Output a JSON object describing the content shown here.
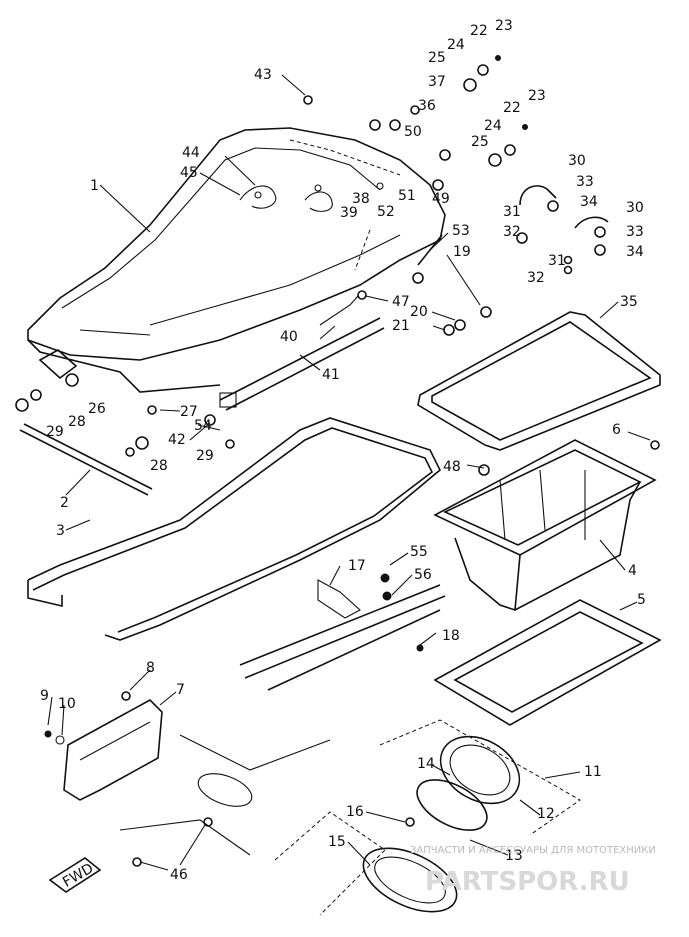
{
  "callouts": [
    {
      "id": "c1",
      "text": "1"
    },
    {
      "id": "c2",
      "text": "2"
    },
    {
      "id": "c3",
      "text": "3"
    },
    {
      "id": "c4",
      "text": "4"
    },
    {
      "id": "c5",
      "text": "5"
    },
    {
      "id": "c6",
      "text": "6"
    },
    {
      "id": "c7",
      "text": "7"
    },
    {
      "id": "c8",
      "text": "8"
    },
    {
      "id": "c9",
      "text": "9"
    },
    {
      "id": "c10",
      "text": "10"
    },
    {
      "id": "c11",
      "text": "11"
    },
    {
      "id": "c12",
      "text": "12"
    },
    {
      "id": "c13",
      "text": "13"
    },
    {
      "id": "c14",
      "text": "14"
    },
    {
      "id": "c15",
      "text": "15"
    },
    {
      "id": "c16",
      "text": "16"
    },
    {
      "id": "c17",
      "text": "17"
    },
    {
      "id": "c18",
      "text": "18"
    },
    {
      "id": "c19",
      "text": "19"
    },
    {
      "id": "c20",
      "text": "20"
    },
    {
      "id": "c21",
      "text": "21"
    },
    {
      "id": "c22a",
      "text": "22"
    },
    {
      "id": "c22b",
      "text": "22"
    },
    {
      "id": "c23a",
      "text": "23"
    },
    {
      "id": "c23b",
      "text": "23"
    },
    {
      "id": "c24a",
      "text": "24"
    },
    {
      "id": "c24b",
      "text": "24"
    },
    {
      "id": "c25a",
      "text": "25"
    },
    {
      "id": "c25b",
      "text": "25"
    },
    {
      "id": "c26",
      "text": "26"
    },
    {
      "id": "c27",
      "text": "27"
    },
    {
      "id": "c28a",
      "text": "28"
    },
    {
      "id": "c28b",
      "text": "28"
    },
    {
      "id": "c29a",
      "text": "29"
    },
    {
      "id": "c29b",
      "text": "29"
    },
    {
      "id": "c30a",
      "text": "30"
    },
    {
      "id": "c30b",
      "text": "30"
    },
    {
      "id": "c31a",
      "text": "31"
    },
    {
      "id": "c31b",
      "text": "31"
    },
    {
      "id": "c32a",
      "text": "32"
    },
    {
      "id": "c32b",
      "text": "32"
    },
    {
      "id": "c33a",
      "text": "33"
    },
    {
      "id": "c33b",
      "text": "33"
    },
    {
      "id": "c34a",
      "text": "34"
    },
    {
      "id": "c34b",
      "text": "34"
    },
    {
      "id": "c35",
      "text": "35"
    },
    {
      "id": "c36",
      "text": "36"
    },
    {
      "id": "c37",
      "text": "37"
    },
    {
      "id": "c38",
      "text": "38"
    },
    {
      "id": "c39",
      "text": "39"
    },
    {
      "id": "c40",
      "text": "40"
    },
    {
      "id": "c41",
      "text": "41"
    },
    {
      "id": "c42",
      "text": "42"
    },
    {
      "id": "c43",
      "text": "43"
    },
    {
      "id": "c44",
      "text": "44"
    },
    {
      "id": "c45",
      "text": "45"
    },
    {
      "id": "c46",
      "text": "46"
    },
    {
      "id": "c47",
      "text": "47"
    },
    {
      "id": "c48",
      "text": "48"
    },
    {
      "id": "c49",
      "text": "49"
    },
    {
      "id": "c50",
      "text": "50"
    },
    {
      "id": "c51",
      "text": "51"
    },
    {
      "id": "c52",
      "text": "52"
    },
    {
      "id": "c53",
      "text": "53"
    },
    {
      "id": "c54",
      "text": "54"
    },
    {
      "id": "c55",
      "text": "55"
    },
    {
      "id": "c56",
      "text": "56"
    }
  ],
  "stamp_text": "FWD",
  "watermark": {
    "tagline": "ЗАПЧАСТИ И АКСЕССУАРЫ ДЛЯ МОТОТЕХНИКИ",
    "site": "PARTSPOR.RU"
  }
}
